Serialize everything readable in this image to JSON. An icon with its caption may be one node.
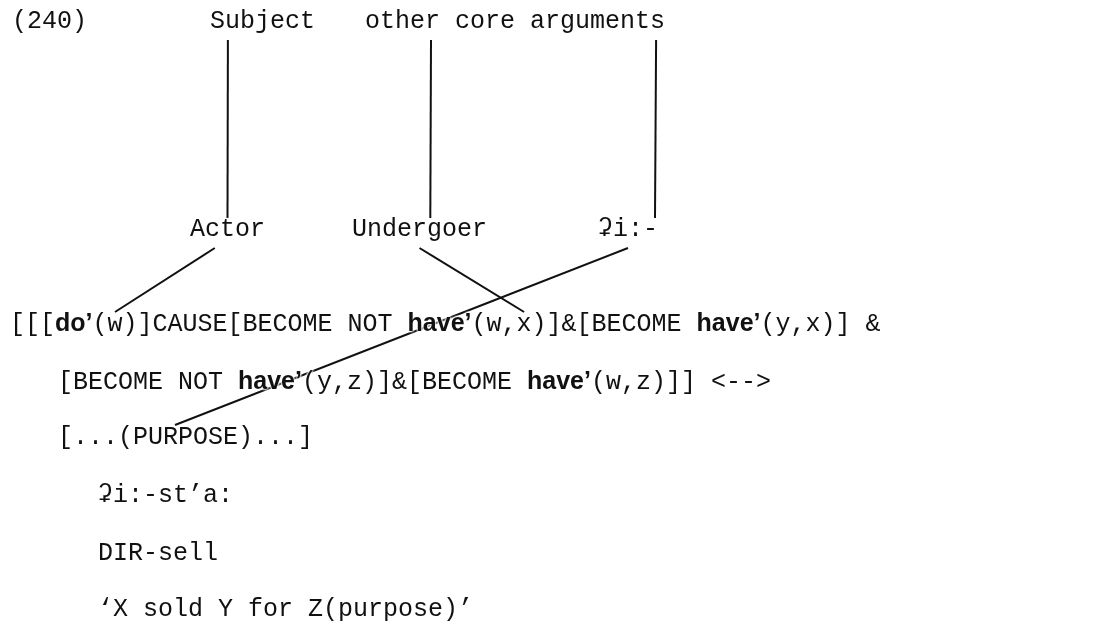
{
  "diagram": {
    "nodes": [
      {
        "text": [
          "Subject"
        ]
      },
      {
        "text": [
          "other core arguments"
        ]
      },
      {
        "text": [
          "Actor"
        ]
      },
      {
        "text": [
          "Undergoer"
        ]
      },
      {
        "text": [
          "ʡi:-"
        ]
      },
      {
        "text": [],
        "shape": "text"
      },
      {
        "text": [],
        "shape": "text"
      },
      {
        "text": [],
        "shape": "text"
      }
    ],
    "edges": [
      {
        "from": 0,
        "to": 2,
        "arrow": "none"
      },
      {
        "from": 1,
        "to": 3,
        "arrow": "none"
      },
      {
        "from": 1,
        "to": 4,
        "arrow": "none"
      },
      {
        "from": 2,
        "to": 5,
        "arrow": "none"
      },
      {
        "from": 3,
        "to": 6,
        "arrow": "none"
      },
      {
        "from": 4,
        "to": 7,
        "arrow": "none"
      }
    ],
    "labels": [
      "(240)",
      "[[[**do’**(w)]CAUSE[BECOME NOT **have’**(w,x)]&[BECOME **have’**(y,x)] &",
      "[BECOME NOT **have’**(y,z)]&[BECOME **have’**(w,z)]] <-->",
      "[...(PURPOSE)...]",
      "ʡi:-st’a:",
      "DIR-sell",
      "‘X sold Y for Z(purpose)’"
    ]
  }
}
